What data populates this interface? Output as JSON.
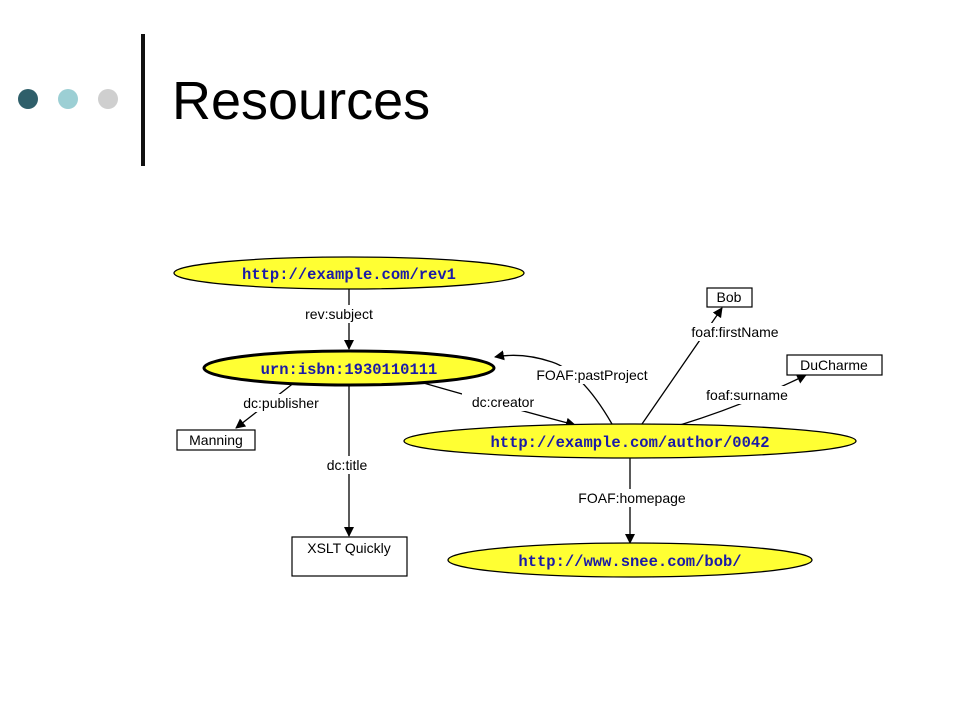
{
  "slide": {
    "title": "Resources",
    "bullet_colors": [
      "#2f5f6a",
      "#9ccfd4",
      "#cfcfcf"
    ]
  },
  "graph": {
    "colors": {
      "node_fill": "#ffff33",
      "node_stroke": "#000000",
      "uri_text": "#1a1aa8",
      "edge": "#000000"
    },
    "nodes": {
      "rev1": {
        "label": "http://example.com/rev1",
        "kind": "resource"
      },
      "isbn": {
        "label": "urn:isbn:1930110111",
        "kind": "resource"
      },
      "author": {
        "label": "http://example.com/author/0042",
        "kind": "resource"
      },
      "homepage": {
        "label": "http://www.snee.com/bob/",
        "kind": "resource"
      },
      "manning": {
        "label": "Manning",
        "kind": "literal"
      },
      "xslt": {
        "label": "XSLT Quickly",
        "kind": "literal"
      },
      "bob": {
        "label": "Bob",
        "kind": "literal"
      },
      "ducharme": {
        "label": "DuCharme",
        "kind": "literal"
      }
    },
    "edges": {
      "rev_subject": {
        "label": "rev:subject",
        "from": "rev1",
        "to": "isbn"
      },
      "dc_publisher": {
        "label": "dc:publisher",
        "from": "isbn",
        "to": "manning"
      },
      "dc_title": {
        "label": "dc:title",
        "from": "isbn",
        "to": "xslt"
      },
      "dc_creator": {
        "label": "dc:creator",
        "from": "isbn",
        "to": "author"
      },
      "foaf_pastproject": {
        "label": "FOAF:pastProject",
        "from": "author",
        "to": "isbn"
      },
      "foaf_firstname": {
        "label": "foaf:firstName",
        "from": "author",
        "to": "bob"
      },
      "foaf_surname": {
        "label": "foaf:surname",
        "from": "author",
        "to": "ducharme"
      },
      "foaf_homepage": {
        "label": "FOAF:homepage",
        "from": "author",
        "to": "homepage"
      }
    }
  }
}
